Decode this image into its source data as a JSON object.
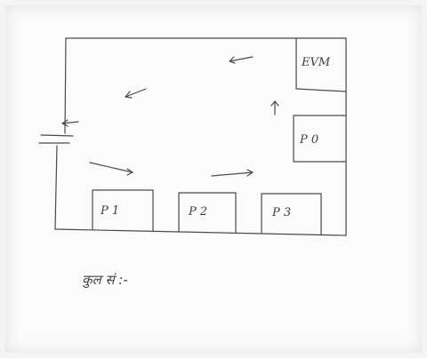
{
  "diagram": {
    "boxes": {
      "evm": "EVM",
      "p0": "P 0",
      "p1": "P 1",
      "p2": "P 2",
      "p3": "P 3"
    },
    "caption": "कुल सं :-"
  }
}
